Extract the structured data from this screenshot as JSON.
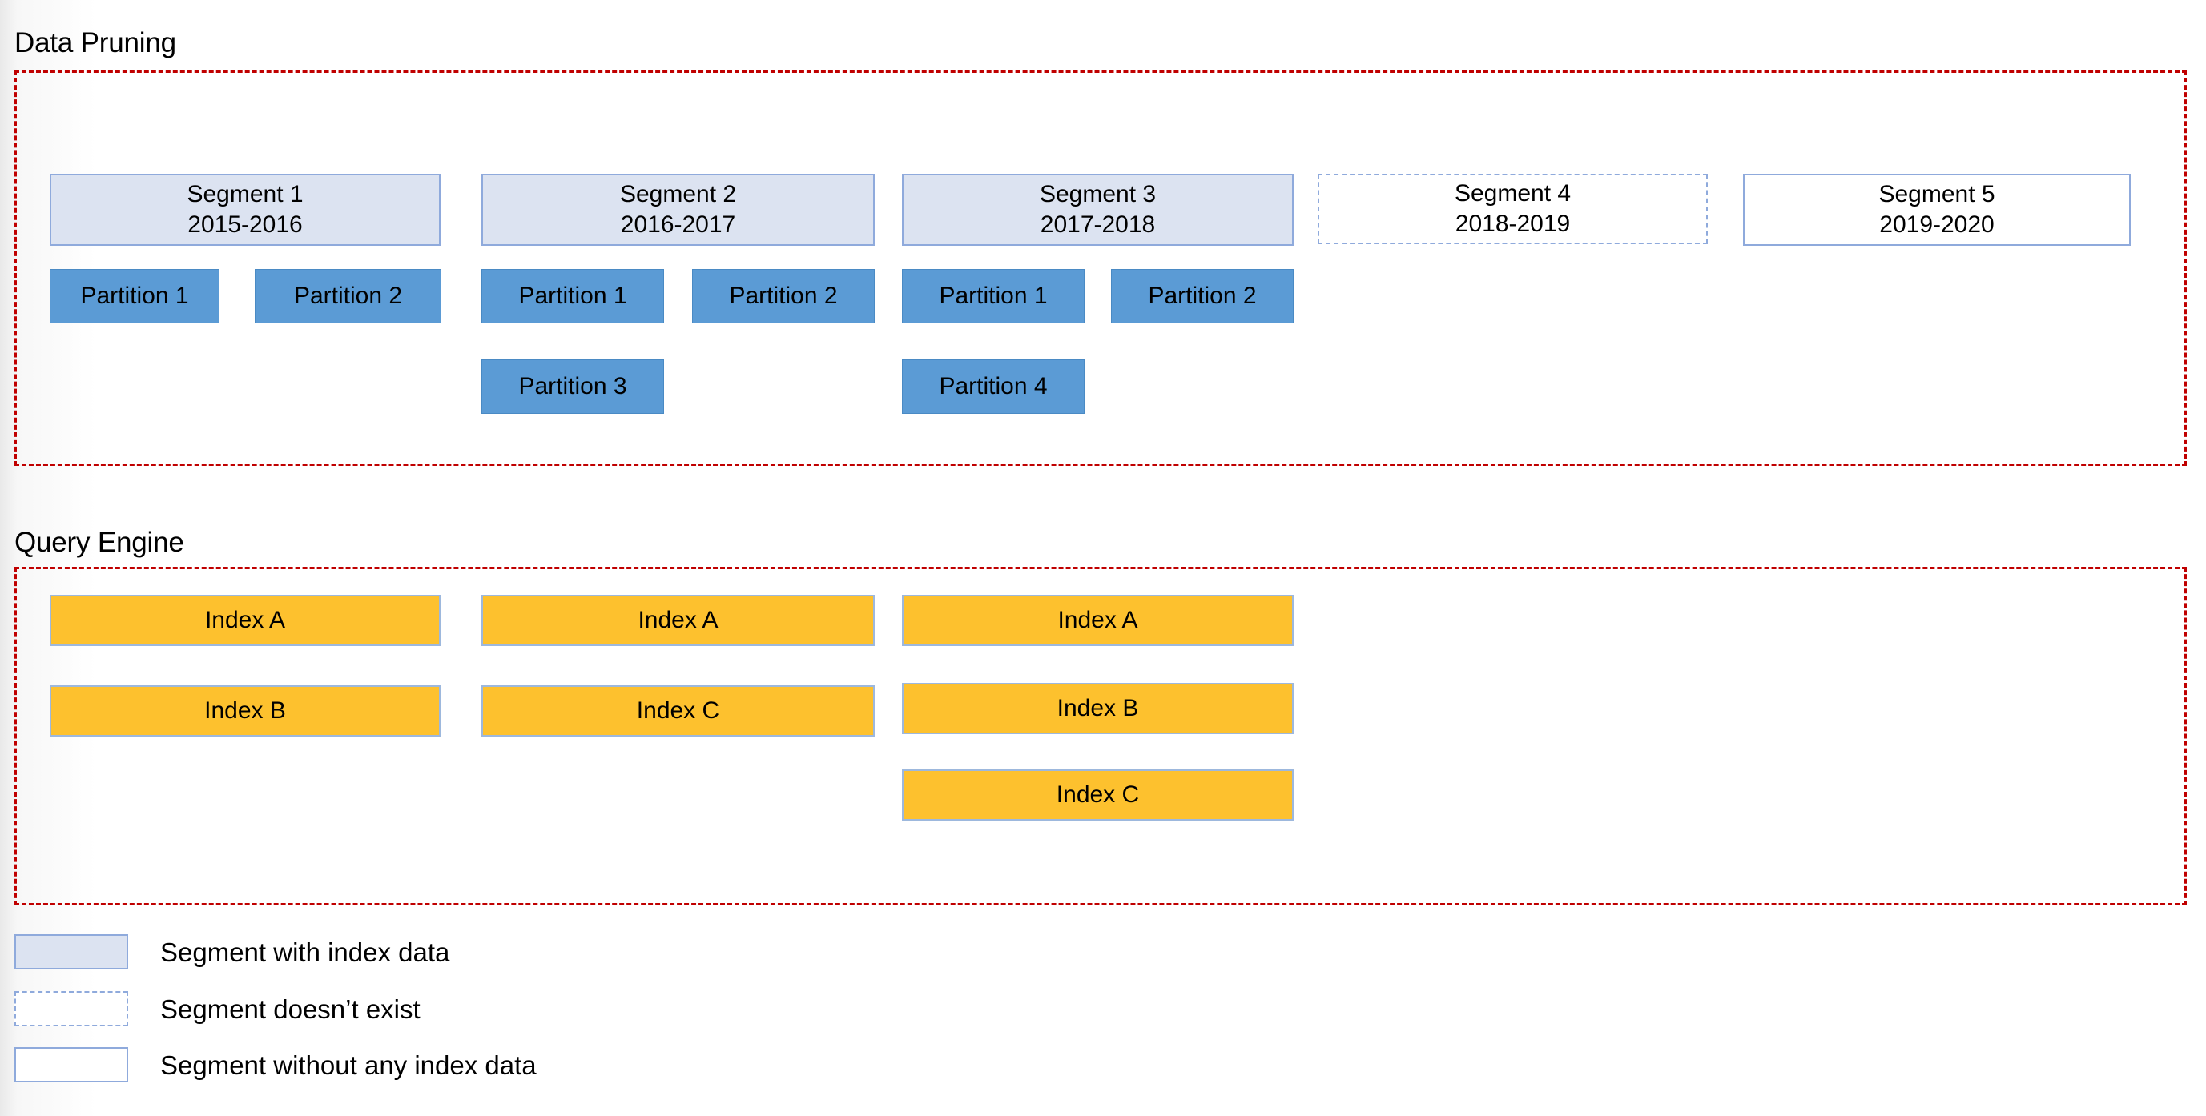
{
  "sections": [
    {
      "title": "Data Pruning"
    },
    {
      "title": "Query Engine"
    }
  ],
  "data_pruning": {
    "title": "Data Pruning",
    "segments": [
      {
        "name": "Segment 1",
        "range": "2015-2016",
        "state": "with-index-data",
        "partitions": [
          {
            "label": "Partition 1"
          },
          {
            "label": "Partition 2"
          }
        ]
      },
      {
        "name": "Segment 2",
        "range": "2016-2017",
        "state": "with-index-data",
        "partitions": [
          {
            "label": "Partition 1"
          },
          {
            "label": "Partition 2"
          },
          {
            "label": "Partition 3"
          }
        ]
      },
      {
        "name": "Segment 3",
        "range": "2017-2018",
        "state": "with-index-data",
        "partitions": [
          {
            "label": "Partition 1"
          },
          {
            "label": "Partition 2"
          },
          {
            "label": "Partition 4"
          }
        ]
      },
      {
        "name": "Segment 4",
        "range": "2018-2019",
        "state": "does-not-exist",
        "partitions": []
      },
      {
        "name": "Segment 5",
        "range": "2019-2020",
        "state": "without-index-data",
        "partitions": []
      }
    ]
  },
  "query_engine": {
    "title": "Query Engine",
    "columns": [
      {
        "indexes": [
          {
            "label": "Index A"
          },
          {
            "label": "Index B"
          }
        ]
      },
      {
        "indexes": [
          {
            "label": "Index A"
          },
          {
            "label": "Index C"
          }
        ]
      },
      {
        "indexes": [
          {
            "label": "Index A"
          },
          {
            "label": "Index B"
          },
          {
            "label": "Index C"
          }
        ]
      }
    ]
  },
  "legend": {
    "items": [
      {
        "label": "Segment with index data",
        "style": "with-index-data"
      },
      {
        "label": "Segment doesn’t exist",
        "style": "does-not-exist"
      },
      {
        "label": "Segment without any index data",
        "style": "without-index-data"
      }
    ]
  },
  "colors": {
    "group_border": "#c00000",
    "segment_fill": "#dce3f1",
    "segment_border": "#8faadc",
    "partition_fill": "#5b9bd5",
    "index_fill": "#fdc12e",
    "index_border": "#9db8dd",
    "text": "#000000"
  }
}
